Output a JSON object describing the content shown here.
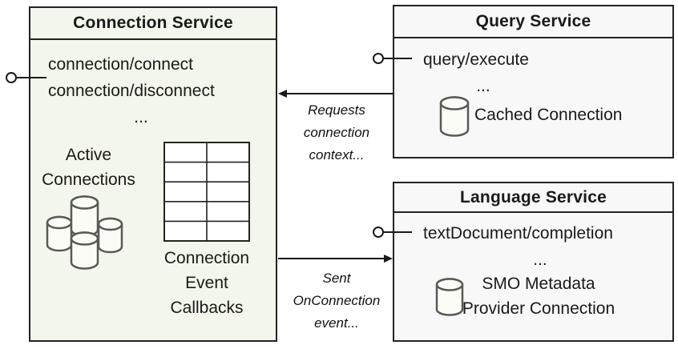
{
  "connection_service": {
    "title": "Connection Service",
    "methods": [
      "connection/connect",
      "connection/disconnect"
    ],
    "ellipsis": "...",
    "active_connections_label": [
      "Active",
      "Connections"
    ],
    "callbacks_label": [
      "Connection",
      "Event",
      "Callbacks"
    ]
  },
  "query_service": {
    "title": "Query Service",
    "methods": [
      "query/execute"
    ],
    "ellipsis": "...",
    "cached_connection_label": "Cached Connection"
  },
  "language_service": {
    "title": "Language Service",
    "methods": [
      "textDocument/completion"
    ],
    "ellipsis": "...",
    "smo_label": [
      "SMO Metadata",
      "Provider Connection"
    ]
  },
  "arrows": {
    "requests": {
      "label_lines": [
        "Requests",
        "connection",
        "context..."
      ]
    },
    "sent": {
      "label_lines": [
        "Sent",
        "OnConnection",
        "event..."
      ]
    }
  },
  "colors": {
    "connection_box_fill": "#f3f6ec",
    "service_box_fill": "#f8f8f8",
    "border": "#232323",
    "cylinder_stroke": "#595959",
    "text": "#1a1a1a"
  }
}
